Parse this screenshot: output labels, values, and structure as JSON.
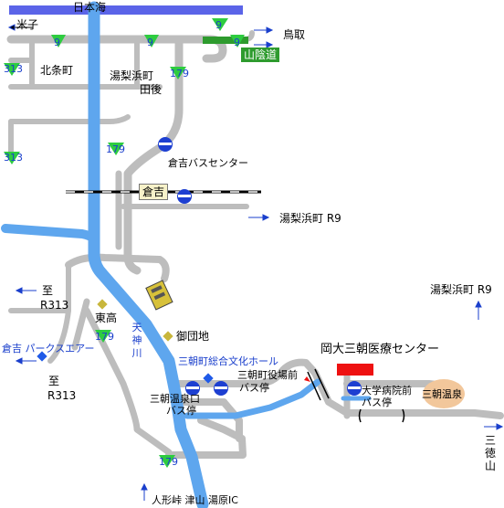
{
  "colors": {
    "sea": "#5b64e8",
    "river": "#5ea6ee",
    "road": "#bdbdbd",
    "route_marker": "#2ecc40",
    "marker_text": "#1a4bd6",
    "sanin_road": "#2e9b2e",
    "hospital_box": "#ee1111",
    "onsen": "#f2c79b",
    "bus_icon": "#1d3fd1",
    "landmark": "#c8b63c",
    "diamond_blue": "#1f5ae8"
  },
  "labels": {
    "sea": "日本海",
    "yonago": "米子",
    "tottori": "鳥取",
    "sanin": "山陰道",
    "hojo": "北条町",
    "yurihama_tago_1": "湯梨浜町",
    "yurihama_tago_2": "田後",
    "kurayoshi_bus_center": "倉吉バスセンター",
    "kurayoshi_station": "倉吉",
    "yurihama_r9_mid": "湯梨浜町  R9",
    "yurihama_r9_right": "湯梨浜町  R9",
    "to_r313_1a": "至",
    "to_r313_1b": "R313",
    "higashitaka": "東高",
    "misasamachi_park": "倉吉 パークスエアー",
    "to_r313_2a": "至",
    "to_r313_2b": "R313",
    "goyochi": "御団地",
    "tenjin_river": "天神川",
    "hall": "三朝町総合文化ホール",
    "yakuba_1": "三朝町役場前",
    "yakuba_2": "バス停",
    "onsenguchi_1": "三朝温泉口",
    "onsenguchi_2": "バス停",
    "hospital_title": "岡大三朝医療センター",
    "daigaku_1": "大学病院前",
    "daigaku_2": "バス停",
    "misasa_onsen": "三朝温泉",
    "mitoku": "三徳山",
    "bottom_route": "人形峠  津山  湯原IC"
  },
  "route_markers": [
    {
      "number": "9"
    },
    {
      "number": "9"
    },
    {
      "number": "9"
    },
    {
      "number": "9"
    },
    {
      "number": "313"
    },
    {
      "number": "313"
    },
    {
      "number": "179"
    },
    {
      "number": "179"
    },
    {
      "number": "179"
    }
  ],
  "route_numbers": {
    "r9": "9",
    "r313": "313",
    "r179": "179"
  }
}
